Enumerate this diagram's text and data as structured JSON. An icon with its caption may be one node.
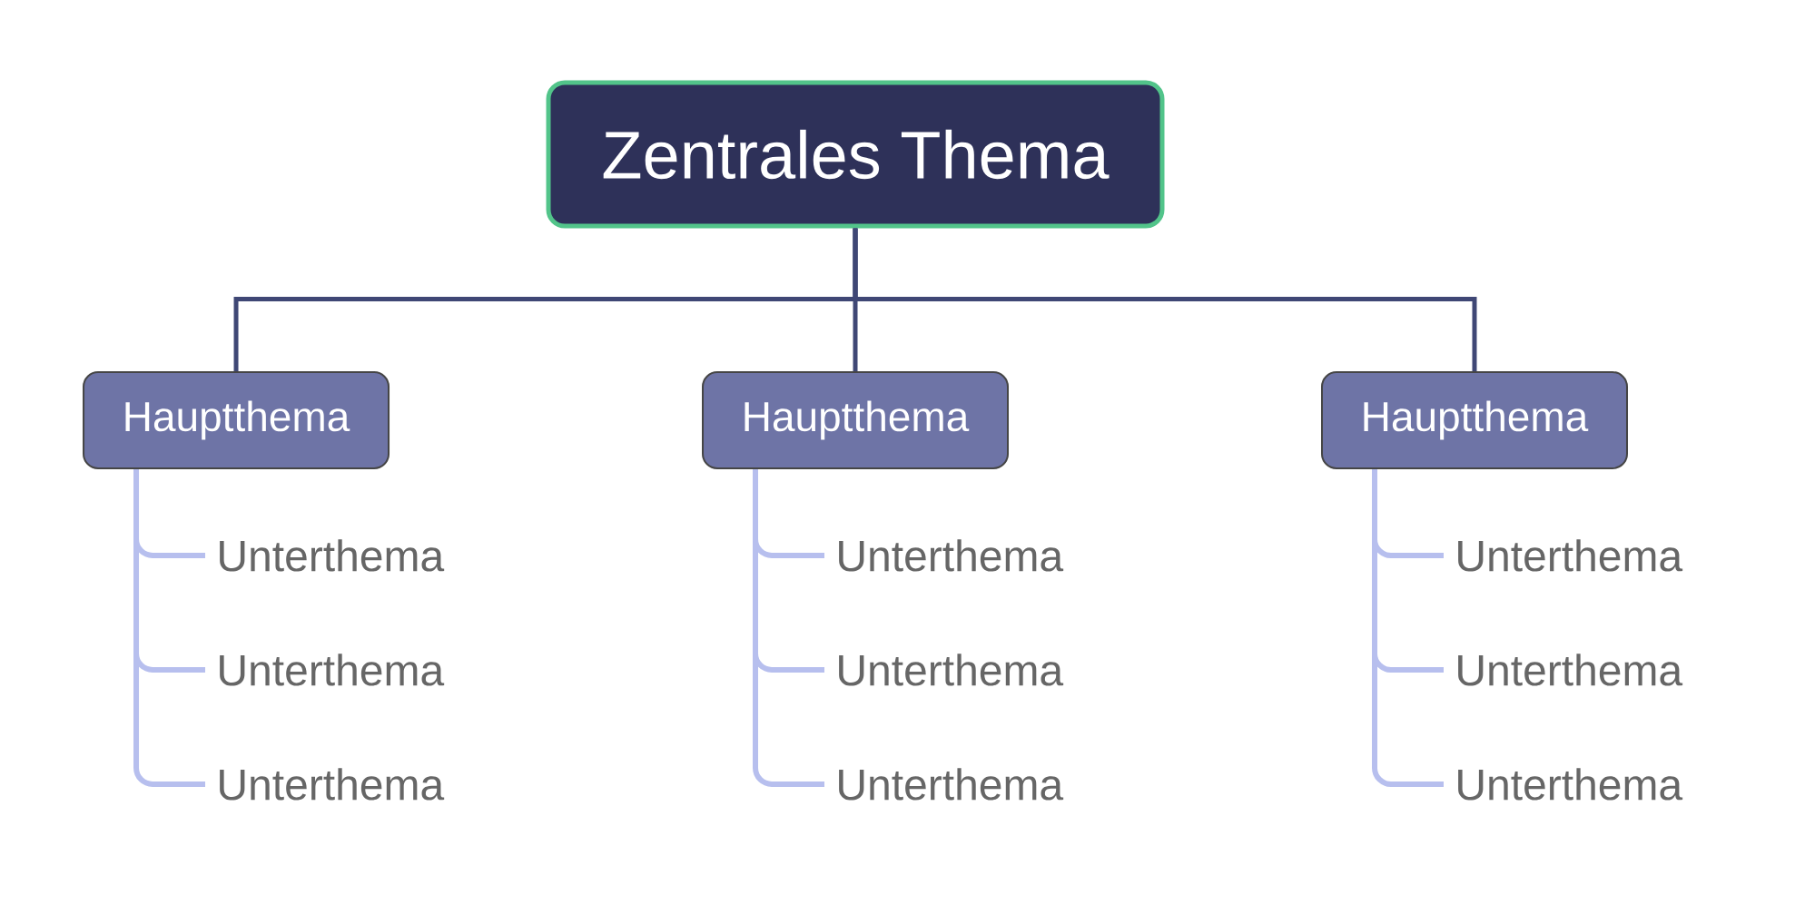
{
  "diagram": {
    "nodes": [
      {
        "text": [
          "Zentrales Thema"
        ]
      },
      {
        "text": [
          "Hauptthema"
        ]
      },
      {
        "text": [
          "Hauptthema"
        ]
      },
      {
        "text": [
          "Hauptthema"
        ]
      },
      {
        "text": [
          "Unterthema"
        ]
      },
      {
        "text": [
          "Unterthema"
        ]
      },
      {
        "text": [
          "Unterthema"
        ]
      },
      {
        "text": [
          "Unterthema"
        ]
      },
      {
        "text": [
          "Unterthema"
        ]
      },
      {
        "text": [
          "Unterthema"
        ]
      },
      {
        "text": [
          "Unterthema"
        ]
      },
      {
        "text": [
          "Unterthema"
        ]
      },
      {
        "text": [
          "Unterthema"
        ]
      }
    ],
    "edges": [
      {
        "from": 0,
        "to": 1,
        "arrow": "none",
        "color": "#3f4775"
      },
      {
        "from": 0,
        "to": 2,
        "arrow": "none",
        "color": "#3f4775"
      },
      {
        "from": 0,
        "to": 3,
        "arrow": "none",
        "color": "#3f4775"
      },
      {
        "from": 1,
        "to": 4,
        "arrow": "none"
      },
      {
        "from": 1,
        "to": 5,
        "arrow": "none"
      },
      {
        "from": 1,
        "to": 6,
        "arrow": "none"
      },
      {
        "from": 2,
        "to": 7,
        "arrow": "none"
      },
      {
        "from": 2,
        "to": 8,
        "arrow": "none"
      },
      {
        "from": 2,
        "to": 9,
        "arrow": "none"
      },
      {
        "from": 3,
        "to": 10,
        "arrow": "none"
      },
      {
        "from": 3,
        "to": 11,
        "arrow": "none"
      },
      {
        "from": 3,
        "to": 12,
        "arrow": "none"
      }
    ]
  }
}
